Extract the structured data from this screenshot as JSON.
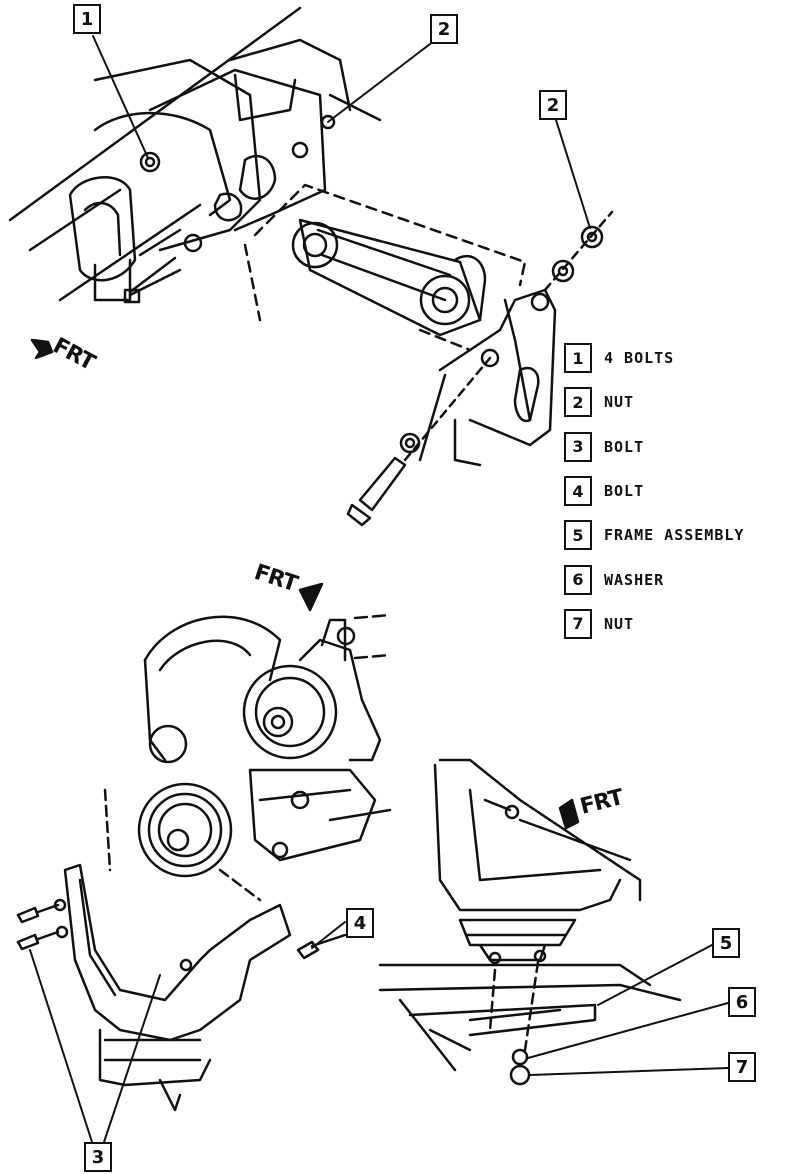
{
  "callouts": {
    "top_1": "1",
    "top_2_left": "2",
    "top_2_right": "2",
    "bottom_4": "4",
    "bottom_3": "3",
    "bottom_5": "5",
    "bottom_6": "6",
    "bottom_7": "7"
  },
  "frt_labels": {
    "top_left": "FRT",
    "bottom_middle": "FRT",
    "bottom_right": "FRT"
  },
  "legend": {
    "items": [
      {
        "number": "1",
        "label": "4 BOLTS"
      },
      {
        "number": "2",
        "label": "NUT"
      },
      {
        "number": "3",
        "label": "BOLT"
      },
      {
        "number": "4",
        "label": "BOLT"
      },
      {
        "number": "5",
        "label": "FRAME ASSEMBLY"
      },
      {
        "number": "6",
        "label": "WASHER"
      },
      {
        "number": "7",
        "label": "NUT"
      }
    ]
  }
}
